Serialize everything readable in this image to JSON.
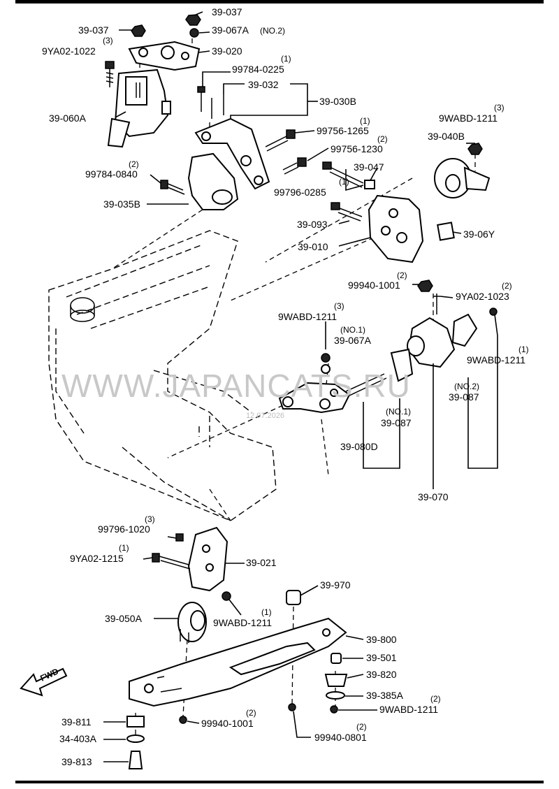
{
  "callouts": {
    "c1": {
      "code": "39-037"
    },
    "c2": {
      "code": "39-037"
    },
    "c3": {
      "code": "39-067A",
      "note": "(NO.2)"
    },
    "c4": {
      "code": "9YA02-1022",
      "qty": "(3)"
    },
    "c5": {
      "code": "39-020"
    },
    "c6": {
      "code": "99784-0225",
      "qty": "(1)"
    },
    "c7": {
      "code": "39-032"
    },
    "c8": {
      "code": "39-030B"
    },
    "c9": {
      "code": "39-060A"
    },
    "c10": {
      "code": "9WABD-1211",
      "qty": "(3)"
    },
    "c11": {
      "code": "99756-1265",
      "qty": "(1)"
    },
    "c12": {
      "code": "99756-1230",
      "qty": "(2)"
    },
    "c13": {
      "code": "39-040B"
    },
    "c14": {
      "code": "99784-0840",
      "qty": "(2)"
    },
    "c15": {
      "code": "39-047"
    },
    "c16": {
      "code": "99796-0285",
      "qty": "(1)"
    },
    "c17": {
      "code": "39-035B"
    },
    "c18": {
      "code": "39-093"
    },
    "c19": {
      "code": "39-06Y"
    },
    "c20": {
      "code": "39-010"
    },
    "c21": {
      "code": "99940-1001",
      "qty": "(2)"
    },
    "c22": {
      "code": "9YA02-1023",
      "qty": "(2)"
    },
    "c23": {
      "code": "9WABD-1211",
      "qty": "(3)"
    },
    "c24": {
      "code": "39-067A",
      "note": "(NO.1)"
    },
    "c25": {
      "code": "9WABD-1211",
      "qty": "(1)"
    },
    "c26": {
      "code": "39-087",
      "note": "(NO.2)"
    },
    "c27": {
      "code": "39-087",
      "note": "(NO.1)"
    },
    "c28": {
      "code": "39-080D"
    },
    "c29": {
      "code": "39-070"
    },
    "c30": {
      "code": "99796-1020",
      "qty": "(3)"
    },
    "c31": {
      "code": "9YA02-1215",
      "qty": "(1)"
    },
    "c32": {
      "code": "39-021"
    },
    "c33": {
      "code": "39-970"
    },
    "c34": {
      "code": "39-050A"
    },
    "c35": {
      "code": "9WABD-1211",
      "qty": "(1)"
    },
    "c36": {
      "code": "39-800"
    },
    "c37": {
      "code": "39-501"
    },
    "c38": {
      "code": "39-820"
    },
    "c39": {
      "code": "39-385A"
    },
    "c40": {
      "code": "9WABD-1211",
      "qty": "(2)"
    },
    "c41": {
      "code": "39-811"
    },
    "c42": {
      "code": "99940-1001",
      "qty": "(2)"
    },
    "c43": {
      "code": "34-403A"
    },
    "c44": {
      "code": "99940-0801",
      "qty": "(2)"
    },
    "c45": {
      "code": "39-813"
    }
  },
  "watermark": "WWW.JAPANCATS.RU",
  "stamp": "12.07.2026",
  "fwd": "FWD"
}
